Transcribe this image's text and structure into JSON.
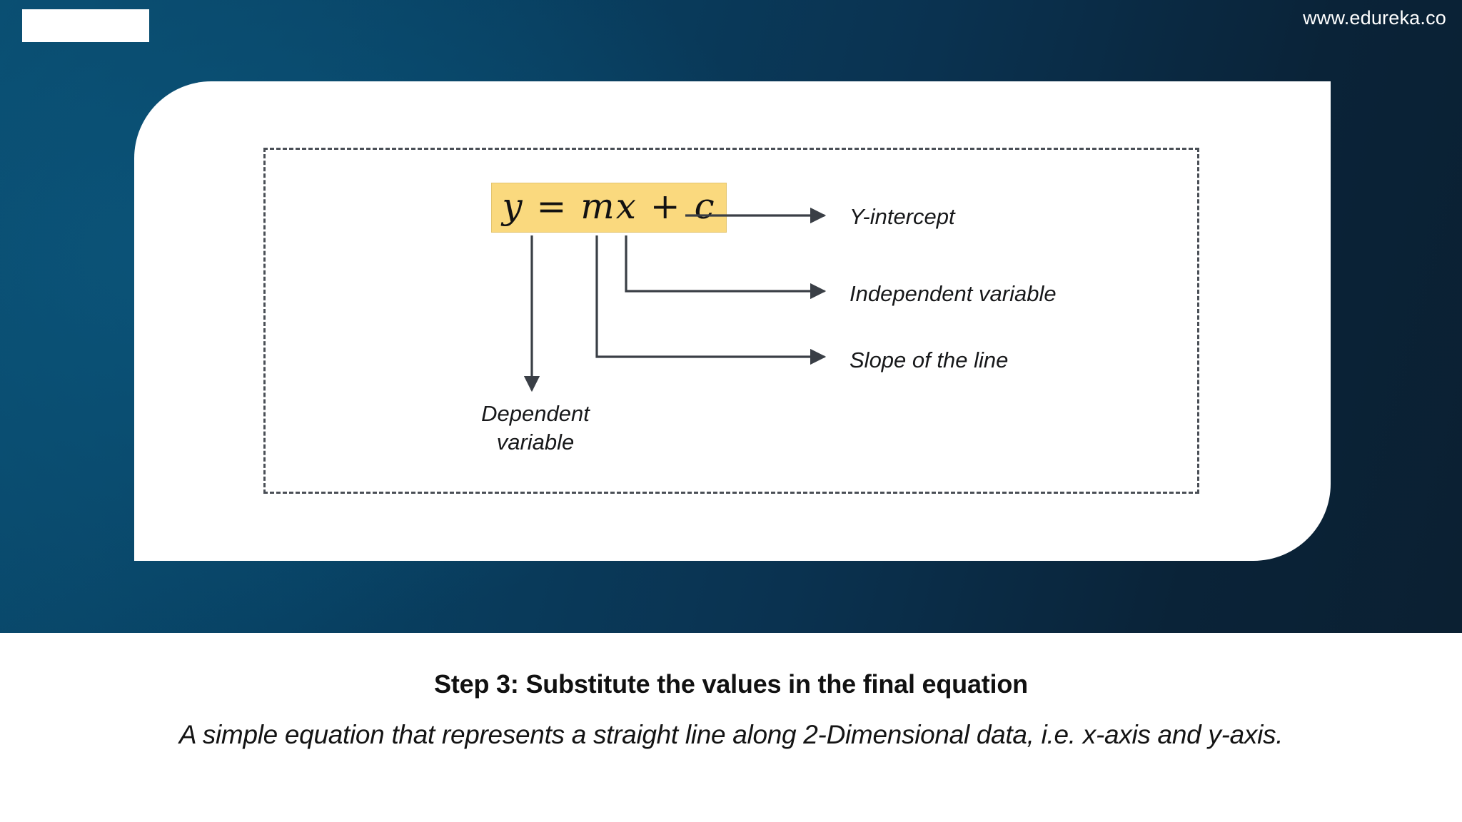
{
  "header": {
    "site_url": "www.edureka.co",
    "logo_placeholder": ""
  },
  "diagram": {
    "equation": "y = mx + c",
    "equation_highlight_color": "#FAD97E",
    "frame_style": "dashed",
    "labels": {
      "y_intercept": "Y-intercept",
      "independent_variable": "Independent variable",
      "slope": "Slope of the line",
      "dependent_line1": "Dependent",
      "dependent_line2": "variable"
    }
  },
  "caption": {
    "heading": "Step 3: Substitute the values in the final equation",
    "subheading": "A simple equation that represents a straight line along 2-Dimensional data, i.e. x-axis and y-axis."
  },
  "theme": {
    "background_left": "#0A4D70",
    "background_right": "#0B2032",
    "card_background": "#FFFFFF",
    "accent": "#FAD97E",
    "line_color": "#3A3F46"
  }
}
